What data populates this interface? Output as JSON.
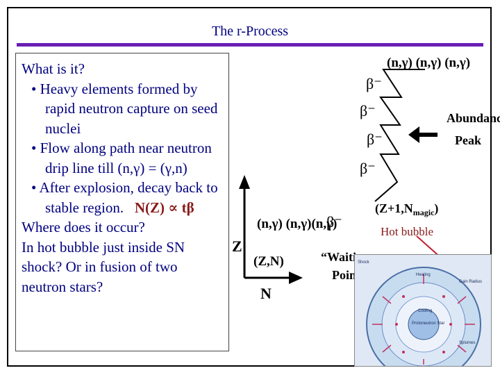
{
  "slide": {
    "title": "The r-Process",
    "content": {
      "heading1": "What is it?",
      "bullets": [
        "• Heavy elements formed by rapid neutron capture on seed nuclei",
        "• Flow along path near neutron drip line till (n,γ) = (γ,n)",
        "• After explosion, decay back to stable region."
      ],
      "relation": "N(Z) ∝ tβ",
      "heading2": "Where does it occur?",
      "answer": "In hot bubble just inside SN shock? Or in fusion of two neutron stars?"
    },
    "diagram": {
      "top_capture": "(n,γ) (n,γ) (n,γ)",
      "beta_labels": [
        "β⁻",
        "β⁻",
        "β⁻",
        "β⁻",
        "β⁻"
      ],
      "peak_label_1": "Abundance",
      "peak_label_2": "Peak",
      "magic": "(Z+1,N",
      "magic_sub": "magic",
      "magic_close": ")",
      "lower_capture": "(n,γ) (n,γ)(n,γ)",
      "axis_z": "Z",
      "axis_n": "N",
      "zn": "(Z,N)",
      "waiting_1": "“Waiting",
      "waiting_2": "Point”",
      "hot_bubble": "Hot bubble"
    },
    "bubble_inset": {
      "labels": [
        "Heating",
        "Gain Radius",
        "Cooling",
        "Protoneutron Star",
        "Splumes",
        "Shock"
      ]
    }
  }
}
